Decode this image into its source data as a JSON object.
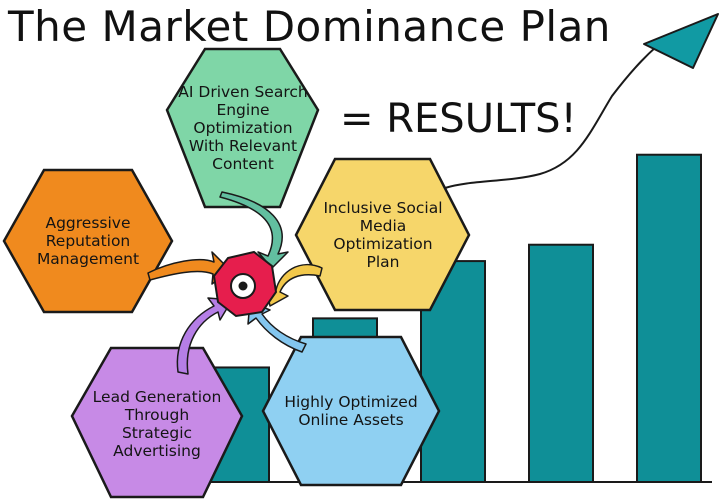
{
  "title": "The Market Dominance Plan",
  "results": "= RESULTS!",
  "colors": {
    "bar": "#0f8f97",
    "arrow": "#119aa3",
    "hub": "#e61e4d",
    "outline": "#1a1a1a",
    "hex_seo": "#7fd6a7",
    "hex_reputation": "#f08a1e",
    "hex_social": "#f6d66a",
    "hex_lead": "#c78ae6",
    "hex_assets": "#8fd0f2",
    "swoosh_seo": "#62bfa0",
    "swoosh_reputation": "#f08a1e",
    "swoosh_social": "#f2c84b",
    "swoosh_lead": "#b57ee6",
    "swoosh_assets": "#83c6ef"
  },
  "chart_data": {
    "type": "bar",
    "categories": [
      "",
      "",
      "",
      "",
      ""
    ],
    "values": [
      14,
      20,
      27,
      29,
      40
    ],
    "ylim": [
      0,
      44
    ]
  },
  "strategies": {
    "seo": "AI Driven Search Engine Optimization With Relevant Content",
    "reputation": "Aggressive Reputation Management",
    "social": "Inclusive Social Media Optimization Plan",
    "lead": "Lead Generation Through Strategic Advertising",
    "assets": "Highly Optimized Online Assets"
  }
}
